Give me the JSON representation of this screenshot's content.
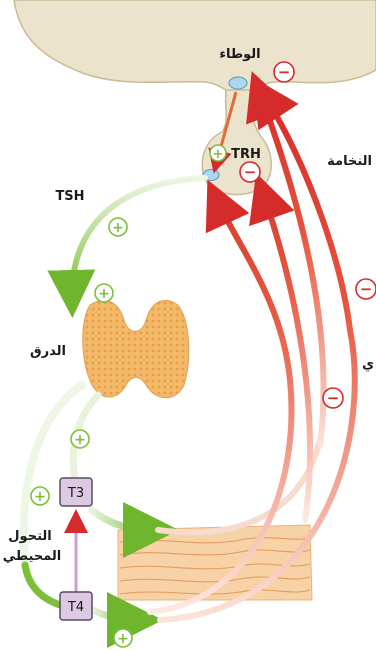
{
  "labels": {
    "hypothalamus": "الوطاء",
    "trh": "TRH",
    "pituitary": "النخامة",
    "tsh": "TSH",
    "thyroid": "الدرق",
    "t3": "T3",
    "t4": "T4",
    "peripheral_line1": "التحول",
    "peripheral_line2": "المحيطي",
    "cutoff_right": "ي"
  },
  "signs": {
    "plus": "+",
    "minus": "−"
  },
  "colors": {
    "brain": "#ece3cc",
    "brain_edge": "#c9bb95",
    "stimulate": "#7cbf3a",
    "inhibit": "#d62b2b",
    "inhibit_light": "#f4b8a6",
    "thyroid": "#f3b96a",
    "tissue": "#f7d2a6",
    "hormone_box": "#dcc9e2",
    "cell": "#a9d8ef"
  },
  "icons": [
    "plus-sign-icon",
    "minus-sign-icon",
    "arrowhead-icon"
  ]
}
